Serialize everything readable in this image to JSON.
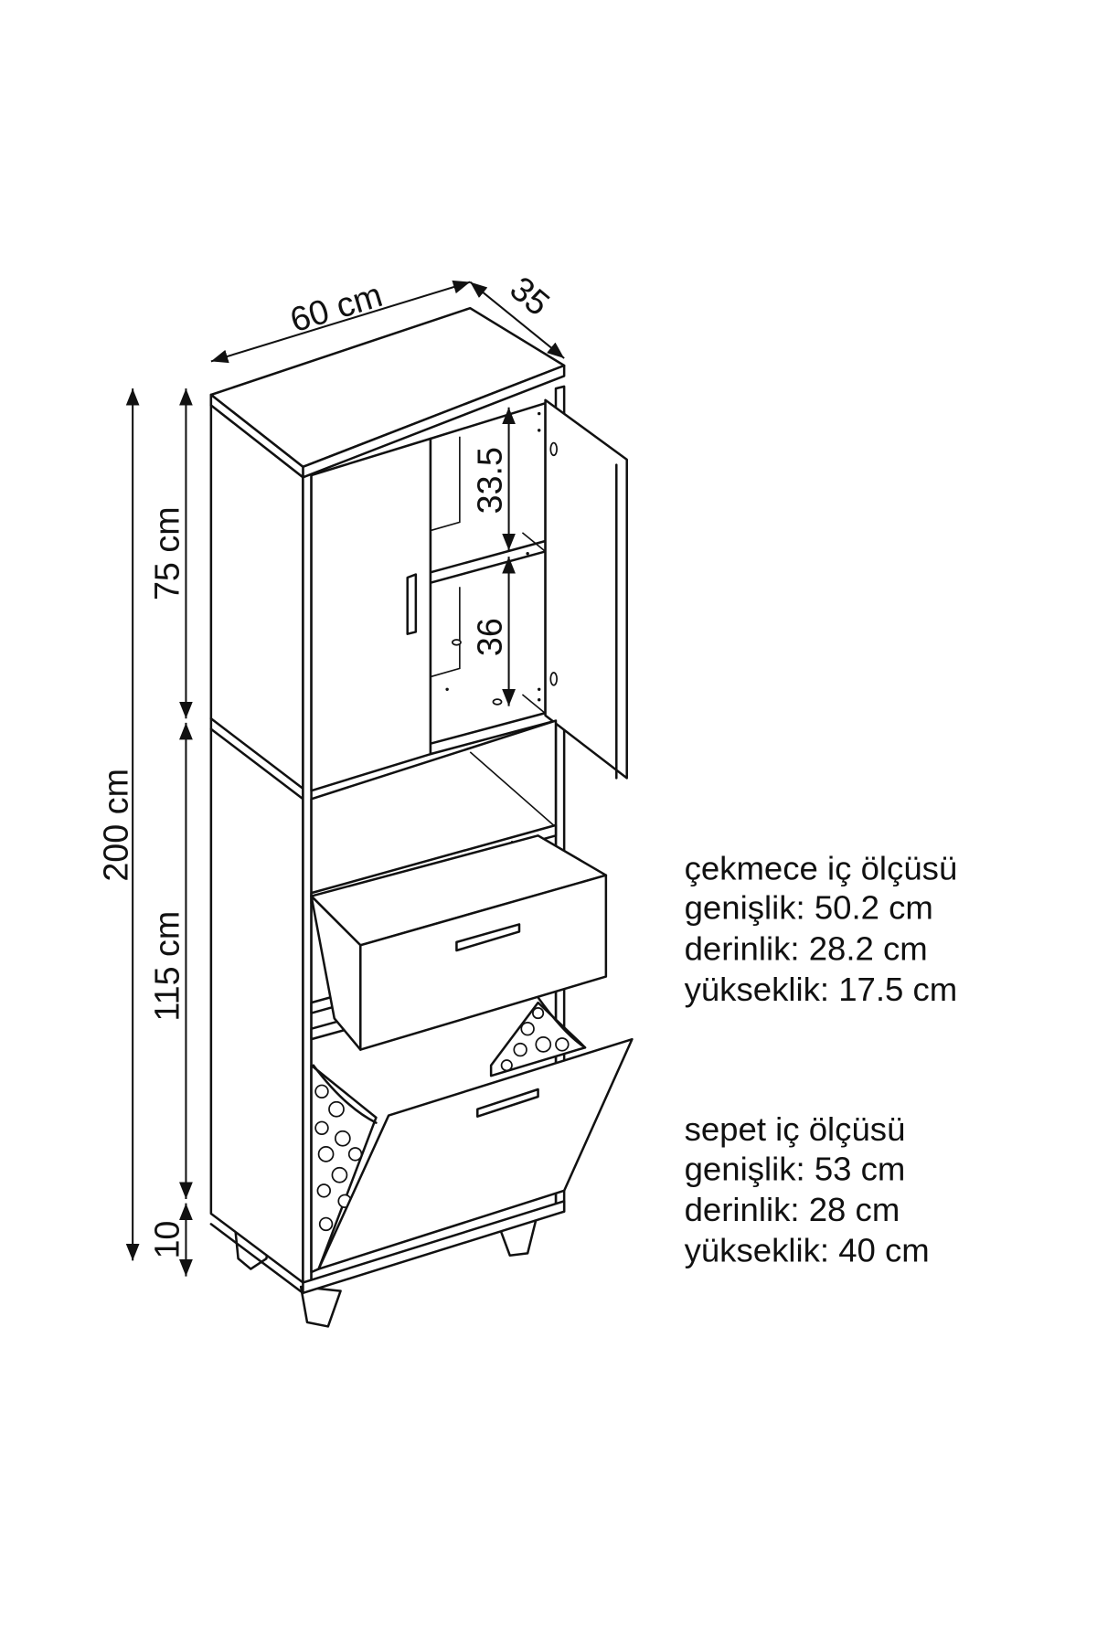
{
  "dimensions": {
    "width": "60 cm",
    "depth": "35",
    "total_height": "200 cm",
    "upper_height": "75 cm",
    "lower_height": "115 cm",
    "leg_height": "10",
    "upper_shelf": "33.5",
    "lower_shelf": "36"
  },
  "drawer_spec": {
    "title": "çekmece iç ölçüsü",
    "width": "genişlik: 50.2 cm",
    "depth": "derinlik: 28.2 cm",
    "height": "yükseklik: 17.5 cm"
  },
  "basket_spec": {
    "title": "sepet iç ölçüsü",
    "width": "genişlik: 53 cm",
    "depth": "derinlik: 28 cm",
    "height": "yükseklik: 40 cm"
  }
}
